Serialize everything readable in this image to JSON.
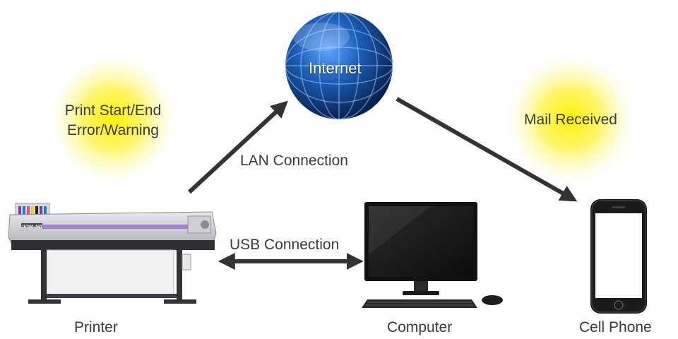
{
  "nodes": {
    "internet": "Internet",
    "printer": "Printer",
    "computer": "Computer",
    "phone": "Cell Phone"
  },
  "connections": {
    "lan": "LAN Connection",
    "usb": "USB Connection"
  },
  "notifications": {
    "printer_line1": "Print Start/End",
    "printer_line2": "Error/Warning",
    "phone": "Mail Received"
  },
  "printer_model": "JV300-160",
  "colors": {
    "glow": "#fff200",
    "globe": "#1d5fb8",
    "arrow": "#333333",
    "text": "#3a3a3a"
  }
}
